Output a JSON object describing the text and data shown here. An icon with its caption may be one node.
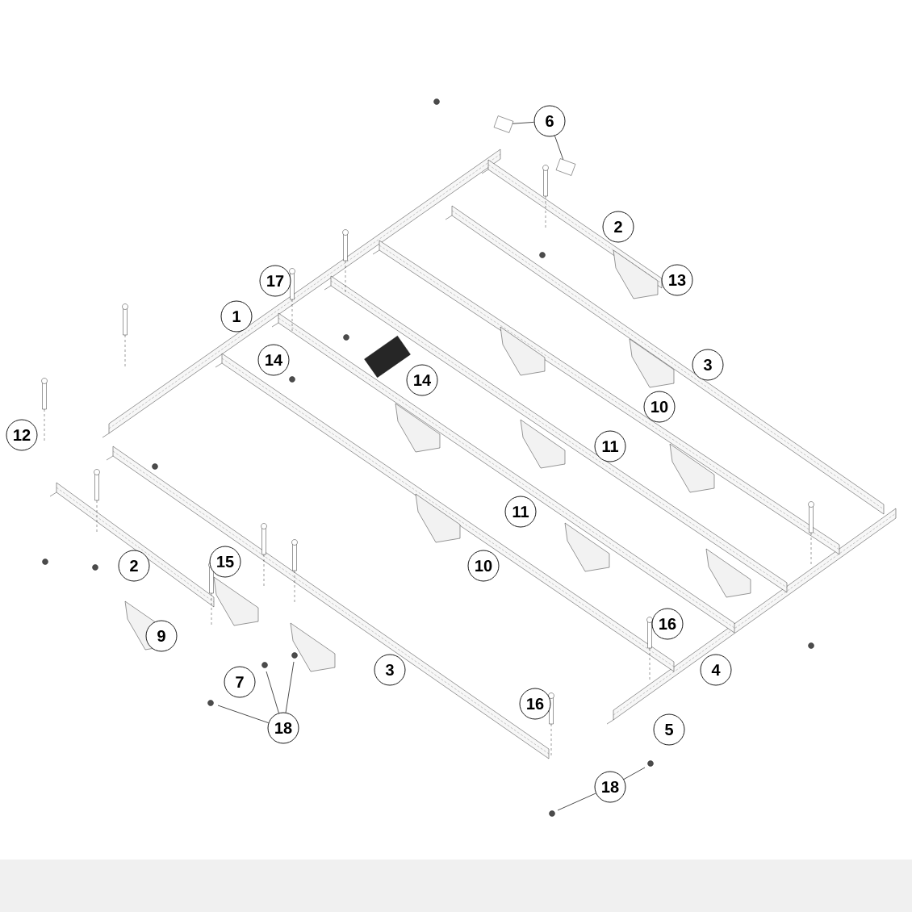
{
  "diagram": {
    "nodes": [
      {
        "text": [
          "6"
        ]
      },
      {
        "text": [
          "2"
        ]
      },
      {
        "text": [
          "13"
        ]
      },
      {
        "text": [
          "17"
        ]
      },
      {
        "text": [
          "1"
        ]
      },
      {
        "text": [
          "14"
        ]
      },
      {
        "text": [
          "3"
        ]
      },
      {
        "text": [
          "14"
        ]
      },
      {
        "text": [
          "10"
        ]
      },
      {
        "text": [
          "12"
        ]
      },
      {
        "text": [
          "11"
        ]
      },
      {
        "text": [
          "11"
        ]
      },
      {
        "text": [
          "2"
        ]
      },
      {
        "text": [
          "15"
        ]
      },
      {
        "text": [
          "10"
        ]
      },
      {
        "text": [
          "16"
        ]
      },
      {
        "text": [
          "9"
        ]
      },
      {
        "text": [
          "4"
        ]
      },
      {
        "text": [
          "3"
        ]
      },
      {
        "text": [
          "7"
        ]
      },
      {
        "text": [
          "16"
        ]
      },
      {
        "text": [
          "18"
        ]
      },
      {
        "text": [
          "5"
        ]
      },
      {
        "text": [
          "18"
        ]
      },
      {
        "text": [],
        "shape": "picture"
      },
      {
        "text": [],
        "shape": "picture"
      }
    ],
    "edges": [
      {
        "from": 0,
        "to": 24,
        "arrow": "none"
      },
      {
        "from": 0,
        "to": 25,
        "arrow": "none"
      },
      {
        "from": 21,
        "to": null,
        "arrow": "none"
      },
      {
        "from": 21,
        "to": null,
        "arrow": "none"
      },
      {
        "from": 21,
        "to": null,
        "arrow": "none"
      },
      {
        "from": 23,
        "to": null,
        "arrow": "none"
      },
      {
        "from": 23,
        "to": null,
        "arrow": "none"
      }
    ]
  }
}
